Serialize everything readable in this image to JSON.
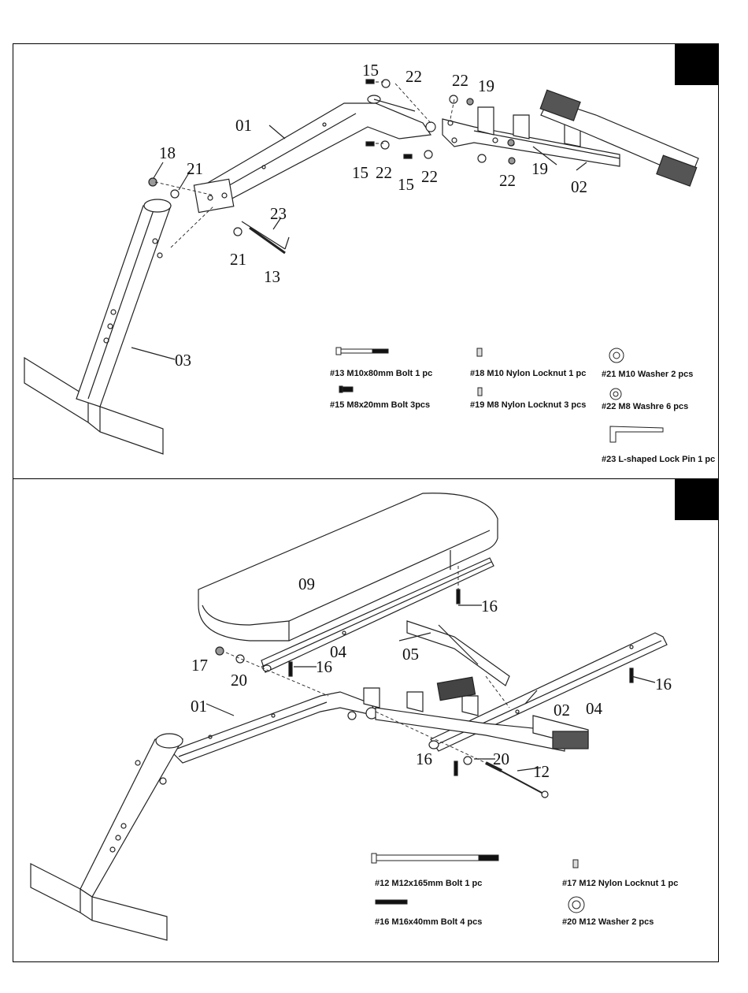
{
  "step1": {
    "callouts": [
      "15",
      "22",
      "22",
      "19",
      "01",
      "18",
      "21",
      "15",
      "22",
      "15",
      "22",
      "19",
      "22",
      "02",
      "23",
      "21",
      "13",
      "03"
    ],
    "hardware": [
      {
        "label": "#13 M10x80mm Bolt  1 pc",
        "icon": "long-bolt-icon"
      },
      {
        "label": "#18 M10 Nylon Locknut 1 pc",
        "icon": "locknut-icon"
      },
      {
        "label": "#21 M10 Washer  2 pcs",
        "icon": "washer-icon"
      },
      {
        "label": "#15 M8x20mm Bolt 3pcs",
        "icon": "short-bolt-icon"
      },
      {
        "label": "#19 M8 Nylon Locknut 3 pcs",
        "icon": "locknut-icon"
      },
      {
        "label": "#22 M8 Washre  6 pcs",
        "icon": "washer-icon"
      },
      {
        "label": "#23 L-shaped Lock Pin  1 pc",
        "icon": "l-pin-icon"
      }
    ]
  },
  "step2": {
    "callouts": [
      "09",
      "16",
      "17",
      "20",
      "16",
      "04",
      "05",
      "01",
      "02",
      "04",
      "16",
      "16",
      "20",
      "12"
    ],
    "hardware": [
      {
        "label": "#12 M12x165mm Bolt  1 pc",
        "icon": "long-bolt-icon"
      },
      {
        "label": "#17 M12 Nylon Locknut  1 pc",
        "icon": "locknut-icon"
      },
      {
        "label": "#16 M16x40mm Bolt  4 pcs",
        "icon": "bolt-icon"
      },
      {
        "label": "#20 M12 Washer  2 pcs",
        "icon": "washer-icon"
      }
    ]
  }
}
